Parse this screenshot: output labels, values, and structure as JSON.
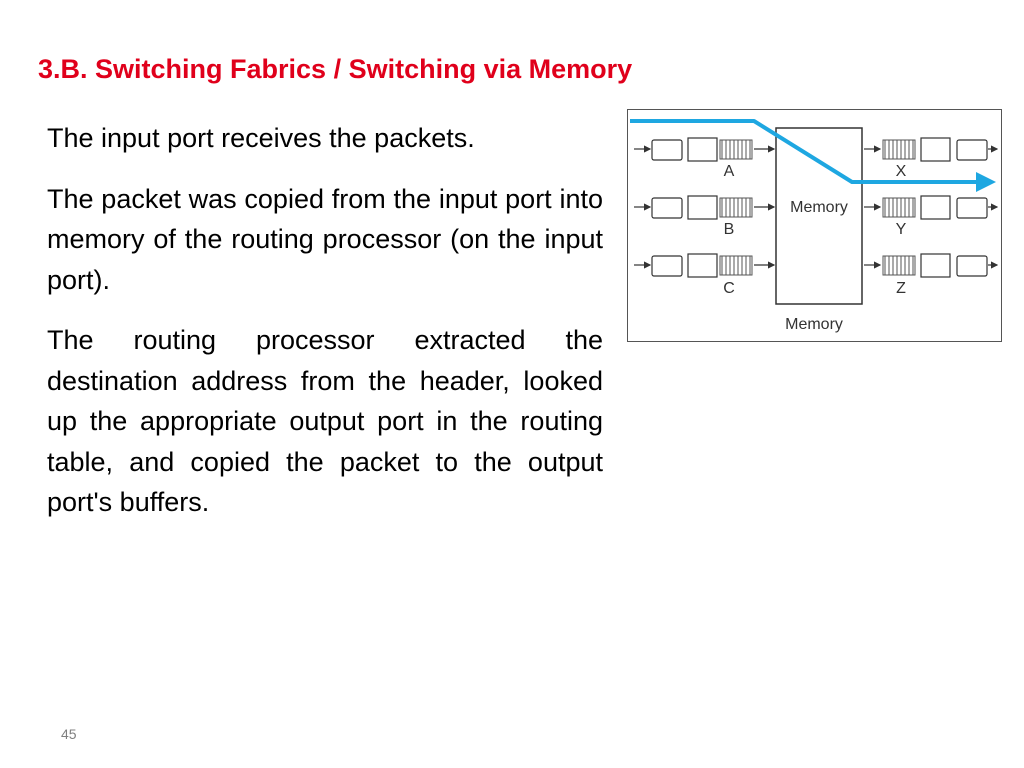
{
  "slide": {
    "title": "3.B. Switching Fabrics / Switching via Memory",
    "paragraphs": [
      "The input port receives the packets.",
      "The packet was copied from the input port into memory of the routing processor (on the input port).",
      "The routing processor extracted the destination address from the header, looked up the appropriate output port in the routing table, and copied the packet to the output port's buffers."
    ],
    "page_number": "45"
  },
  "figure": {
    "memory_box_label": "Memory",
    "caption": "Memory",
    "input_ports": [
      "A",
      "B",
      "C"
    ],
    "output_ports": [
      "X",
      "Y",
      "Z"
    ],
    "colors": {
      "packet_path": "#1ea7e1",
      "port_stroke": "#333333"
    }
  }
}
